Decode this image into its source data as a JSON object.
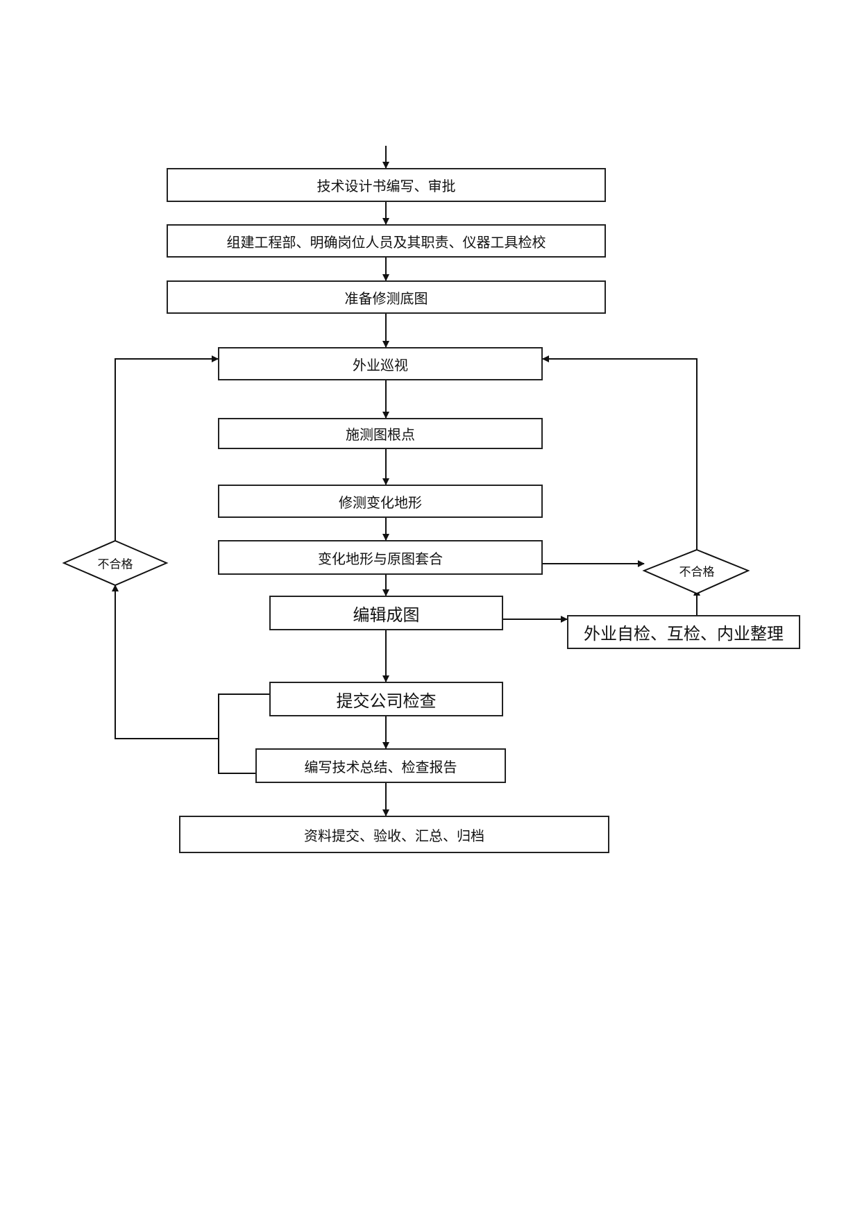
{
  "flowchart": {
    "steps": {
      "design_book": "技术设计书编写、审批",
      "project_setup": "组建工程部、明确岗位人员及其职责、仪器工具检校",
      "prepare_base_map": "准备修测底图",
      "field_patrol": "外业巡视",
      "control_points": "施测图根点",
      "survey_changes": "修测变化地形",
      "overlay": "变化地形与原图套合",
      "edit_map": "编辑成图",
      "self_check": "外业自检、互检、内业整理",
      "company_check": "提交公司检查",
      "report": "编写技术总结、检查报告",
      "delivery": "资料提交、验收、汇总、归档"
    },
    "decisions": {
      "left_fail": "不合格",
      "right_fail": "不合格"
    }
  }
}
